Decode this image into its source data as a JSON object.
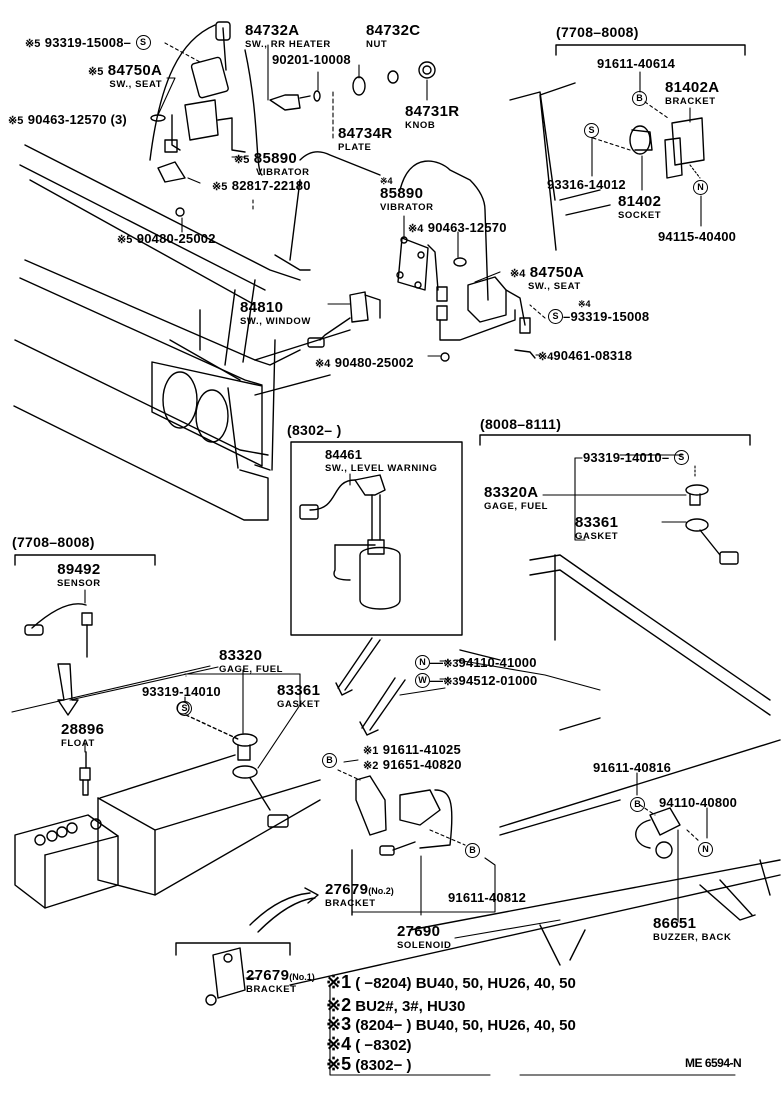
{
  "diagram": {
    "code": "ME 6594-N",
    "ranges": {
      "top_right": "(7708–8008)",
      "middle_left": "(7708–8008)",
      "center_box": "(8302–          )",
      "middle_right": "(8008–8111)"
    },
    "parts": {
      "p93319_15008_a": {
        "mark": "※5",
        "number": "93319-15008",
        "symbol": "S"
      },
      "p84750A_a": {
        "mark": "※5",
        "number": "84750A",
        "desc": "SW., SEAT"
      },
      "p90463_12570_a": {
        "mark": "※5",
        "number": "90463-12570 (3)"
      },
      "p84732A": {
        "number": "84732A",
        "desc": "SW., RR HEATER"
      },
      "p90201_10008": {
        "number": "90201-10008"
      },
      "p84732C": {
        "number": "84732C",
        "desc": "NUT"
      },
      "p84731R": {
        "number": "84731R",
        "desc": "KNOB"
      },
      "p84734R": {
        "number": "84734R",
        "desc": "PLATE"
      },
      "p85890_a": {
        "mark": "※5",
        "number": "85890",
        "desc": "VIBRATOR"
      },
      "p82817_22180": {
        "mark": "※5",
        "number": "82817-22180"
      },
      "p90480_25002_a": {
        "mark": "※5",
        "number": "90480-25002"
      },
      "p91611_40614": {
        "number": "91611-40614",
        "symbol": "B"
      },
      "p81402A": {
        "number": "81402A",
        "desc": "BRACKET"
      },
      "p93316_14012": {
        "number": "93316-14012",
        "symbol": "S"
      },
      "p81402": {
        "number": "81402",
        "desc": "SOCKET"
      },
      "p94115_40400": {
        "number": "94115-40400",
        "symbol": "N"
      },
      "p85890_b": {
        "mark": "※4",
        "number": "85890",
        "desc": "VIBRATOR"
      },
      "p90463_12570_b": {
        "mark": "※4",
        "number": "90463-12570"
      },
      "p84750A_b": {
        "mark": "※4",
        "number": "84750A",
        "desc": "SW., SEAT"
      },
      "p93319_15008_b": {
        "mark": "※4",
        "number": "93319-15008",
        "symbol": "S"
      },
      "p84810": {
        "number": "84810",
        "desc": "SW., WINDOW"
      },
      "p90480_25002_b": {
        "mark": "※4",
        "number": "90480-25002"
      },
      "p90461_08318": {
        "mark": "※4",
        "number": "90461-08318"
      },
      "p84461": {
        "number": "84461",
        "desc": "SW., LEVEL WARNING"
      },
      "p93319_14010_a": {
        "number": "93319-14010",
        "symbol": "S"
      },
      "p83320A": {
        "number": "83320A",
        "desc": "GAGE, FUEL"
      },
      "p83361_a": {
        "number": "83361",
        "desc": "GASKET"
      },
      "p89492": {
        "number": "89492",
        "desc": "SENSOR"
      },
      "p28896": {
        "number": "28896",
        "desc": "FLOAT"
      },
      "p83320": {
        "number": "83320",
        "desc": "GAGE, FUEL"
      },
      "p93319_14010_b": {
        "number": "93319-14010",
        "symbol": "S"
      },
      "p83361_b": {
        "number": "83361",
        "desc": "GASKET"
      },
      "p94110_41000": {
        "mark": "※3",
        "number": "94110-41000",
        "symbol": "N"
      },
      "p94512_01000": {
        "mark": "※3",
        "number": "94512-01000",
        "symbol": "W"
      },
      "p91611_41025": {
        "mark": "※1",
        "number": "91611-41025",
        "symbol": "B"
      },
      "p91651_40820": {
        "mark": "※2",
        "number": "91651-40820"
      },
      "p91611_40816": {
        "number": "91611-40816",
        "symbol": "B"
      },
      "p94110_40800": {
        "number": "94110-40800",
        "symbol": "N"
      },
      "p27679_no2": {
        "number": "27679",
        "suffix": "(No.2)",
        "desc": "BRACKET"
      },
      "p91611_40812": {
        "number": "91611-40812",
        "symbol": "B"
      },
      "p27690": {
        "number": "27690",
        "desc": "SOLENOID"
      },
      "p86651": {
        "number": "86651",
        "desc": "BUZZER, BACK"
      },
      "p27679_no1": {
        "number": "27679",
        "suffix": "(No.1)",
        "desc": "BRACKET"
      }
    },
    "notes": [
      {
        "mark": "※1",
        "text": "(        −8204) BU40, 50, HU26, 40, 50"
      },
      {
        "mark": "※2",
        "text": "BU2#, 3#, HU30"
      },
      {
        "mark": "※3",
        "text": "(8204−        ) BU40, 50, HU26, 40, 50"
      },
      {
        "mark": "※4",
        "text": "(        −8302)"
      },
      {
        "mark": "※5",
        "text": "(8302−        )"
      }
    ]
  }
}
